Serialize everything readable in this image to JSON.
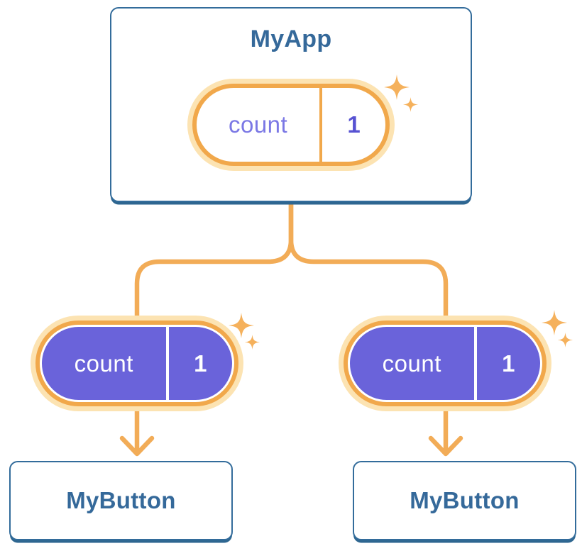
{
  "diagram": {
    "description": "React component tree sharing state: parent component holds count state passed as props to two child buttons",
    "root_component": {
      "name": "MyApp",
      "state_pill": {
        "label": "count",
        "value": "1",
        "kind": "state"
      }
    },
    "children": [
      {
        "name": "MyButton",
        "prop_pill": {
          "label": "count",
          "value": "1",
          "kind": "prop"
        }
      },
      {
        "name": "MyButton",
        "prop_pill": {
          "label": "count",
          "value": "1",
          "kind": "prop"
        }
      }
    ],
    "icons": {
      "sparkle": "✦",
      "arrow_down": "↓"
    },
    "colors": {
      "accent_orange": "#F2AC57",
      "pill_ring_orange": "#F1A84B",
      "pill_glow_peach": "#FCE3B2",
      "indigo_fill": "#6A63DA",
      "indigo_text_light": "#7B78E5",
      "indigo_text_bold": "#5752D2",
      "steel_blue_text": "#35699A",
      "card_border_blue": "#336C9B",
      "card_bottom_edge": "#2E6690",
      "background": "#FFFFFF"
    }
  }
}
